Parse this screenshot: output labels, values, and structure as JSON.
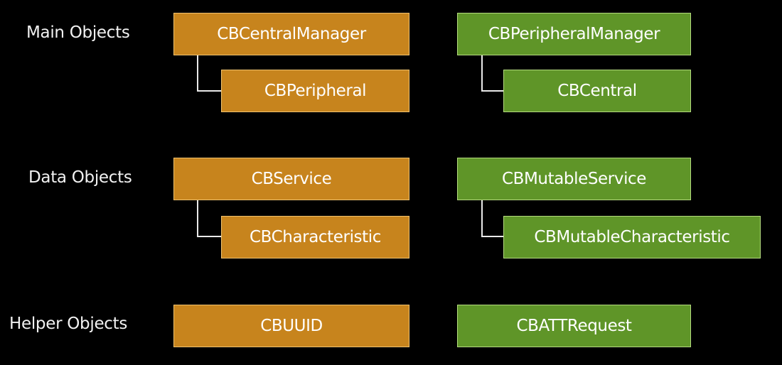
{
  "colors": {
    "background": "#000000",
    "central_fill": "#c7841d",
    "central_border": "#f0c26e",
    "peripheral_fill": "#5f9528",
    "peripheral_border": "#b3da7e",
    "label_text": "#f2f2f2",
    "connector": "#e9e9e9"
  },
  "rows": {
    "main": {
      "label": "Main Objects",
      "central_parent": "CBCentralManager",
      "central_child": "CBPeripheral",
      "peripheral_parent": "CBPeripheralManager",
      "peripheral_child": "CBCentral"
    },
    "data": {
      "label": "Data Objects",
      "central_parent": "CBService",
      "central_child": "CBCharacteristic",
      "peripheral_parent": "CBMutableService",
      "peripheral_child": "CBMutableCharacteristic"
    },
    "helper": {
      "label": "Helper Objects",
      "central_parent": "CBUUID",
      "peripheral_parent": "CBATTRequest"
    }
  }
}
